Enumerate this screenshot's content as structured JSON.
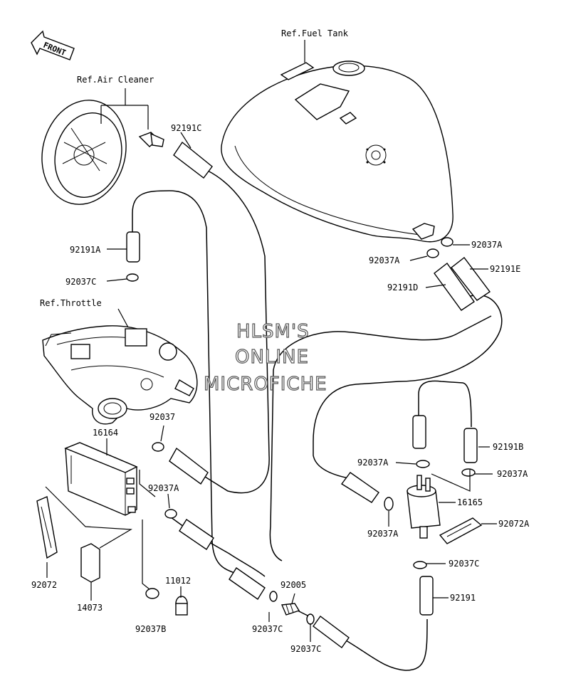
{
  "watermark": {
    "line1": "HLSM'S",
    "line2": "ONLINE",
    "line3": "MICROFICHE"
  },
  "front_arrow": {
    "text": "FRONT"
  },
  "references": {
    "fuel_tank": "Ref.Fuel Tank",
    "air_cleaner": "Ref.Air Cleaner",
    "throttle": "Ref.Throttle"
  },
  "parts": {
    "p92191C": "92191C",
    "p92191A": "92191A",
    "p92037C_top": "92037C",
    "p92037A_tank_left": "92037A",
    "p92037A_tank_right": "92037A",
    "p92191E": "92191E",
    "p92191D": "92191D",
    "p92037_mid": "92037",
    "p16164": "16164",
    "p92037A_canister": "92037A",
    "p92191B": "92191B",
    "p92037A_pump_top": "92037A",
    "p92037A_pump_right": "92037A",
    "p16165": "16165",
    "p92072A": "92072A",
    "p92037A_pump_left": "92037A",
    "p92037C_pump_bottom": "92037C",
    "p92191": "92191",
    "p92072": "92072",
    "p14073": "14073",
    "p11012": "11012",
    "p92037B": "92037B",
    "p92005": "92005",
    "p92037C_bottom_left": "92037C",
    "p92037C_bottom_right": "92037C"
  }
}
